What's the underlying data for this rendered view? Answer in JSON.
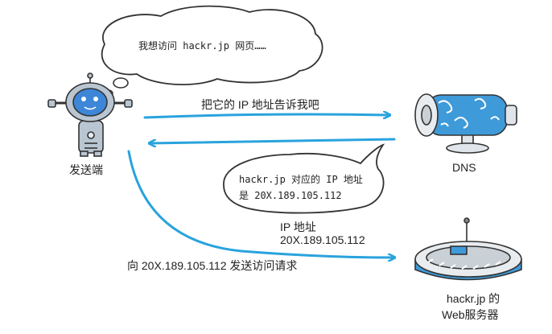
{
  "bubble_top": "我想访问 hackr.jp 网页……",
  "bubble_mid": {
    "line1": "hackr.jp 对应的 IP 地址",
    "line2": "是 20X.189.105.112"
  },
  "arrow_request_label": "把它的 IP 地址告诉我吧",
  "ip_label": {
    "line1": "IP 地址",
    "line2": "20X.189.105.112"
  },
  "arrow_access_label": "向 20X.189.105.112 发送访问请求",
  "client_label": "发送端",
  "dns_label": "DNS",
  "server_label": {
    "line1": "hackr.jp 的",
    "line2": "Web服务器"
  },
  "colors": {
    "arrow": "#29a3dd",
    "robot_body": "#b9c6d2",
    "robot_face": "#3d86d8",
    "dns_blue": "#3f9ad9",
    "outline": "#333333"
  }
}
